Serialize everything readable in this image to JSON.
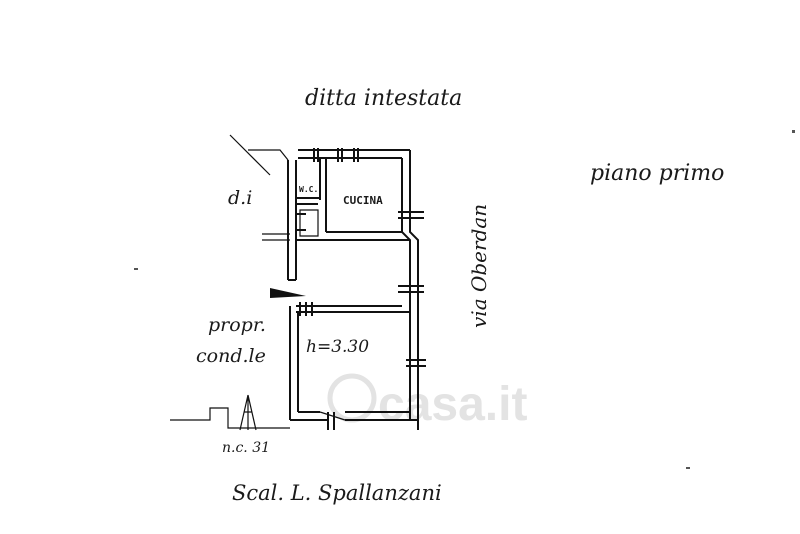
{
  "labels": {
    "top_owner": "ditta intestata",
    "floor": "piano primo",
    "left_owner": "d.i",
    "street": "via Oberdan",
    "wc": "W.C.",
    "kitchen": "CUCINA",
    "cond_line1": "propr.",
    "cond_line2": "cond.le",
    "height": "h=3.30",
    "civic": "n.c. 31",
    "stair": "Scal. L. Spallanzani",
    "watermark": "casa.it"
  },
  "colors": {
    "ink": "#111111",
    "watermark": "#e3e3e3"
  }
}
